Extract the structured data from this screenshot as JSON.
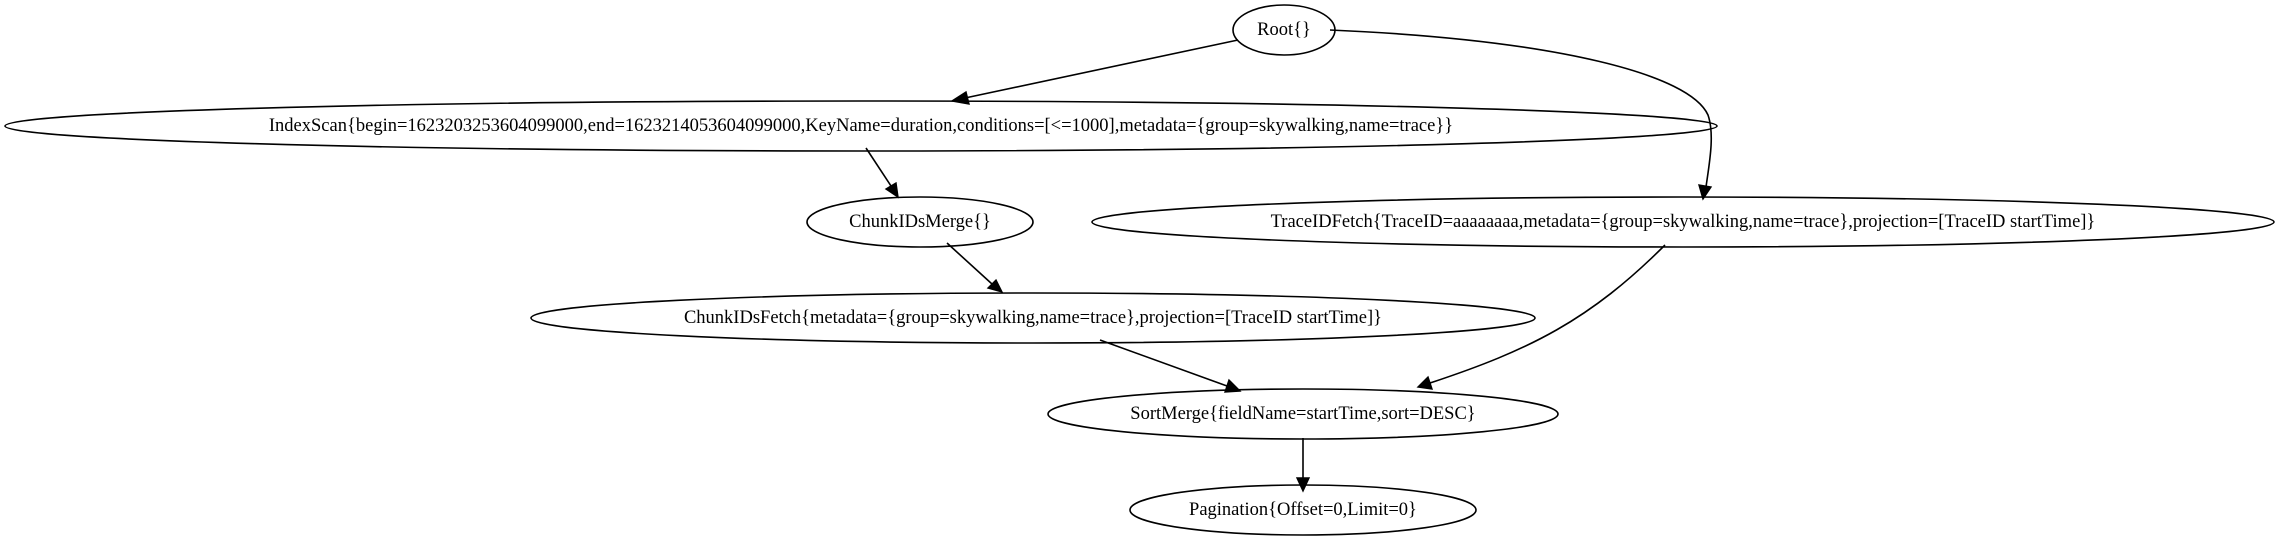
{
  "diagram": {
    "nodes": [
      {
        "id": "root",
        "label": "Root{}"
      },
      {
        "id": "indexscan",
        "label": "IndexScan{begin=1623203253604099000,end=1623214053604099000,KeyName=duration,conditions=[<=1000],metadata={group=skywalking,name=trace}}"
      },
      {
        "id": "chunkidsmerge",
        "label": "ChunkIDsMerge{}"
      },
      {
        "id": "traceidfetch",
        "label": "TraceIDFetch{TraceID=aaaaaaaa,metadata={group=skywalking,name=trace},projection=[TraceID startTime]}"
      },
      {
        "id": "chunkidsfetch",
        "label": "ChunkIDsFetch{metadata={group=skywalking,name=trace},projection=[TraceID startTime]}"
      },
      {
        "id": "sortmerge",
        "label": "SortMerge{fieldName=startTime,sort=DESC}"
      },
      {
        "id": "pagination",
        "label": "Pagination{Offset=0,Limit=0}"
      }
    ],
    "edges": [
      {
        "from": "root",
        "to": "indexscan"
      },
      {
        "from": "root",
        "to": "traceidfetch"
      },
      {
        "from": "indexscan",
        "to": "chunkidsmerge"
      },
      {
        "from": "chunkidsmerge",
        "to": "chunkidsfetch"
      },
      {
        "from": "chunkidsfetch",
        "to": "sortmerge"
      },
      {
        "from": "traceidfetch",
        "to": "sortmerge"
      },
      {
        "from": "sortmerge",
        "to": "pagination"
      }
    ]
  }
}
